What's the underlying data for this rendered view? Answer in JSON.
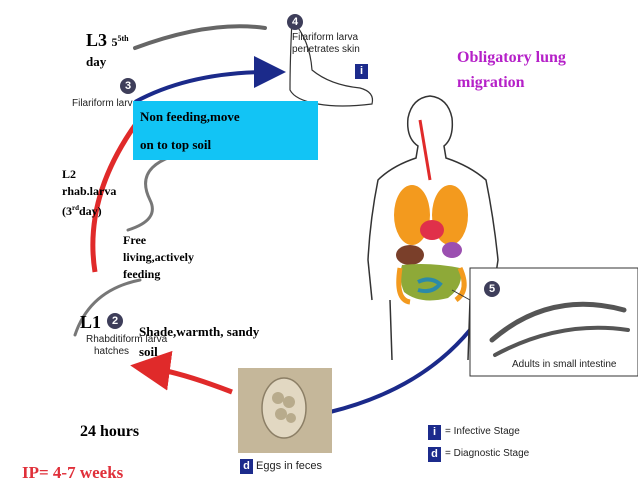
{
  "stages": {
    "l3": {
      "label": "L3",
      "sup": "5th",
      "day": "day"
    },
    "s4": {
      "num": "4",
      "caption_line1": "Filariform larva",
      "caption_line2": "penetrates skin"
    },
    "s3": {
      "num": "3",
      "caption": "Filariform larv"
    },
    "l2": {
      "line1": "L2",
      "line2": "rhab.larva",
      "line3_pre": "(3",
      "line3_sup": "rd",
      "line3_post": "day)"
    },
    "free": {
      "line1": "Free",
      "line2": "living,actively",
      "line3": "feeding"
    },
    "l1": {
      "label": "L1",
      "num": "2",
      "caption_line1": "Rhabditiform larva",
      "caption_line2": "hatches"
    },
    "s5": {
      "num": "5",
      "caption": "Adults in small intestine"
    },
    "d": {
      "icon": "d",
      "caption": "Eggs in feces"
    }
  },
  "callout": {
    "line1": "Non feeding,move",
    "line2": "on to top soil"
  },
  "conditions": {
    "line1": "Shade,warmth, sandy",
    "line2": "soil"
  },
  "time": "24 hours",
  "ip": "IP= 4-7 weeks",
  "migration": {
    "line1": "Obligatory lung",
    "line2": "migration"
  },
  "legend": {
    "infective": {
      "icon": "i",
      "label": "= Infective Stage"
    },
    "diagnostic": {
      "icon": "d",
      "label": "= Diagnostic Stage"
    }
  },
  "colors": {
    "red_arrow": "#e02a2a",
    "blue_arrow": "#1b2a8a",
    "callout_bg": "#12c4f5",
    "purple_text": "#b520c8",
    "ip_text": "#e0303a"
  }
}
